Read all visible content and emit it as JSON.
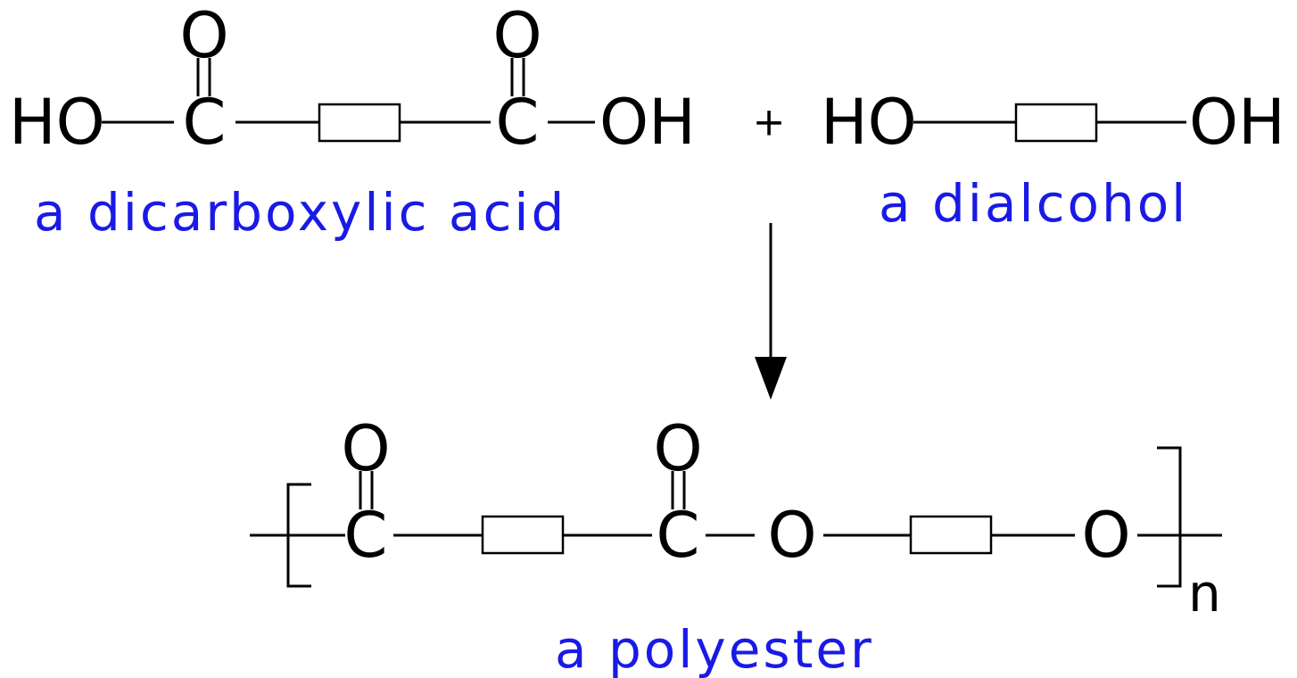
{
  "atoms": {
    "hydroxyl_left": "HO",
    "hydroxyl_right": "OH",
    "carbon": "C",
    "oxygen": "O"
  },
  "operator_plus": "+",
  "repeat_subscript": "n",
  "labels": {
    "acid": "a dicarboxylic acid",
    "alcohol": "a dialcohol",
    "polymer": "a polyester"
  },
  "colors": {
    "label": "#1a1ae6",
    "structure": "#000000"
  },
  "icons": {
    "reaction_arrow": "down-arrow-icon",
    "substituent_box": "r-group-box-icon"
  }
}
